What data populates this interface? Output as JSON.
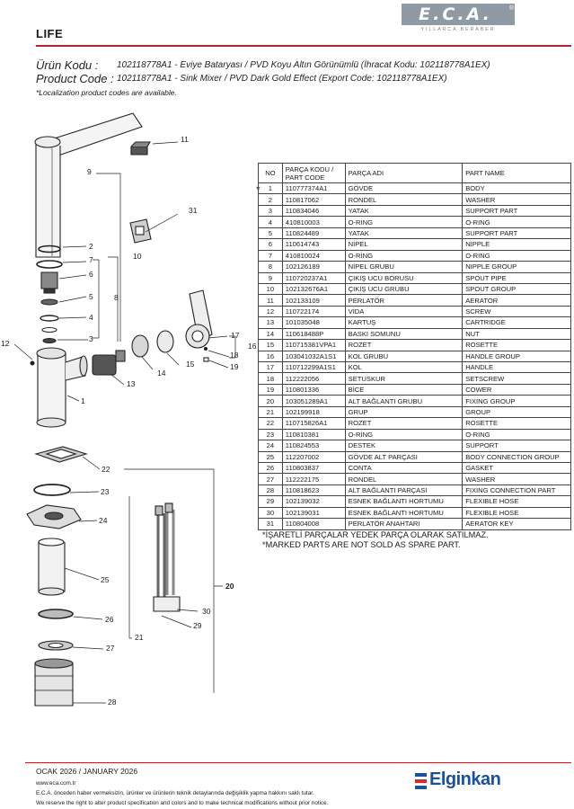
{
  "brand": {
    "logo_text": "E.C.A.",
    "logo_reg": "®",
    "tagline": "YILLARCA BERABER",
    "elgin_text": "Elginkan"
  },
  "product": {
    "series": "LIFE",
    "urun_kodu_label": "Ürün Kodu :",
    "urun_kodu": "102118778A1 - Eviye Bataryası / PVD Koyu Altın Görünümlü (İhracat Kodu: 102118778A1EX)",
    "product_code_label": "Product Code :",
    "product_code": "102118778A1 - Sink Mixer / PVD Dark Gold Effect (Export Code: 102118778A1EX)",
    "localization_note": "*Localization product codes are available."
  },
  "drawing": {
    "labels": [
      "11",
      "9",
      "31",
      "2",
      "7",
      "10",
      "6",
      "5",
      "8",
      "4",
      "3",
      "12",
      "17",
      "16",
      "18",
      "19",
      "15",
      "14",
      "13",
      "1",
      "22",
      "23",
      "24",
      "25",
      "20",
      "30",
      "26",
      "29",
      "21",
      "27",
      "28"
    ]
  },
  "table": {
    "headers": {
      "no": "NO",
      "code": "PARÇA KODU / PART CODE",
      "tr": "PARÇA ADI",
      "en": "PART NAME"
    },
    "star": "*",
    "rows": [
      {
        "no": "1",
        "code": "110777374A1",
        "tr": "GÖVDE",
        "en": "BODY"
      },
      {
        "no": "2",
        "code": "110817062",
        "tr": "RONDEL",
        "en": "WASHER"
      },
      {
        "no": "3",
        "code": "110834046",
        "tr": "YATAK",
        "en": "SUPPORT PART"
      },
      {
        "no": "4",
        "code": "410810003",
        "tr": "O-RİNG",
        "en": "O-RING"
      },
      {
        "no": "5",
        "code": "110824489",
        "tr": "YATAK",
        "en": "SUPPORT PART"
      },
      {
        "no": "6",
        "code": "110614743",
        "tr": "NİPEL",
        "en": "NIPPLE"
      },
      {
        "no": "7",
        "code": "410810024",
        "tr": "O-RİNG",
        "en": "O-RING"
      },
      {
        "no": "8",
        "code": "102126189",
        "tr": "NİPEL GRUBU",
        "en": "NIPPLE GROUP"
      },
      {
        "no": "9",
        "code": "110720237A1",
        "tr": "ÇIKIŞ UCU BORUSU",
        "en": "SPOUT PIPE"
      },
      {
        "no": "10",
        "code": "102132676A1",
        "tr": "ÇIKIŞ UCU GRUBU",
        "en": "SPOUT GROUP"
      },
      {
        "no": "11",
        "code": "102133109",
        "tr": "PERLATÖR",
        "en": "AERATOR"
      },
      {
        "no": "12",
        "code": "110722174",
        "tr": "VİDA",
        "en": "SCREW"
      },
      {
        "no": "13",
        "code": "101035048",
        "tr": "KARTUŞ",
        "en": "CARTRIDGE"
      },
      {
        "no": "14",
        "code": "110618488P",
        "tr": "BASKI SOMUNU",
        "en": "NUT"
      },
      {
        "no": "15",
        "code": "110715381VPA1",
        "tr": "ROZET",
        "en": "ROSETTE"
      },
      {
        "no": "16",
        "code": "103041032A1S1",
        "tr": "KOL GRUBU",
        "en": "HANDLE GROUP"
      },
      {
        "no": "17",
        "code": "110712299A1S1",
        "tr": "KOL",
        "en": "HANDLE"
      },
      {
        "no": "18",
        "code": "112222056",
        "tr": "SETUSKUR",
        "en": "SETSCREW"
      },
      {
        "no": "19",
        "code": "110801336",
        "tr": "BİCE",
        "en": "COWER"
      },
      {
        "no": "20",
        "code": "103051289A1",
        "tr": "ALT BAĞLANTI GRUBU",
        "en": "FIXING GROUP"
      },
      {
        "no": "21",
        "code": "102199918",
        "tr": "GRUP",
        "en": "GROUP"
      },
      {
        "no": "22",
        "code": "110715826A1",
        "tr": "ROZET",
        "en": "ROSETTE"
      },
      {
        "no": "23",
        "code": "110810381",
        "tr": "O-RİNG",
        "en": "O-RING"
      },
      {
        "no": "24",
        "code": "110824553",
        "tr": "DESTEK",
        "en": "SUPPORT"
      },
      {
        "no": "25",
        "code": "112207002",
        "tr": "GÖVDE ALT PARÇASI",
        "en": "BODY CONNECTION GROUP"
      },
      {
        "no": "26",
        "code": "110803837",
        "tr": "CONTA",
        "en": "GASKET"
      },
      {
        "no": "27",
        "code": "112222175",
        "tr": "RONDEL",
        "en": "WASHER"
      },
      {
        "no": "28",
        "code": "110818623",
        "tr": "ALT BAĞLANTI PARÇASI",
        "en": "FIXING CONNECTION PART"
      },
      {
        "no": "29",
        "code": "102139032",
        "tr": "ESNEK BAĞLANTI HORTUMU",
        "en": "FLEXIBLE HOSE"
      },
      {
        "no": "30",
        "code": "102139031",
        "tr": "ESNEK BAĞLANTI HORTUMU",
        "en": "FLEXIBLE HOSE"
      },
      {
        "no": "31",
        "code": "110804008",
        "tr": "PERLATÖR ANAHTARI",
        "en": "AERATOR KEY"
      }
    ]
  },
  "notes": {
    "tr": "*İŞARETLİ PARÇALAR YEDEK PARÇA OLARAK SATILMAZ.",
    "en": "*MARKED PARTS ARE NOT SOLD AS SPARE PART."
  },
  "footer": {
    "date": "OCAK 2026 / JANUARY 2026",
    "website": "www.eca.com.tr",
    "disclaimer_tr": "E.C.A. önceden haber vermeksizin, ürünler ve ürünlerin teknik detaylarında değişiklik yapma hakkını saklı tutar.",
    "disclaimer_en": "We reserve the right to alter product specification and colors and to make technical modifications without prior notice."
  }
}
